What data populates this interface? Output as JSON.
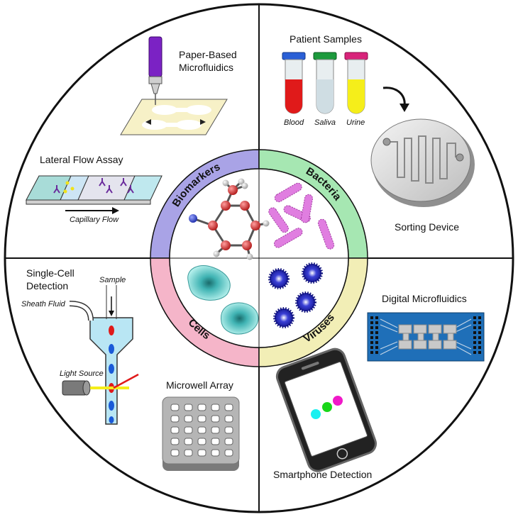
{
  "center": {
    "categories": [
      "Biomarkers",
      "Bacteria",
      "Cells",
      "Viruses"
    ],
    "colors": {
      "biomarkers": "#a9a3e6",
      "bacteria": "#a6e7b2",
      "cells": "#f5b5c9",
      "viruses": "#f2eeb6"
    }
  },
  "labels": {
    "paper": [
      "Paper-Based",
      "Microfluidics"
    ],
    "patient_samples": "Patient Samples",
    "tubes": [
      "Blood",
      "Saliva",
      "Urine"
    ],
    "sorting": "Sorting Device",
    "lateral_flow": "Lateral Flow Assay",
    "capillary_flow": "Capillary Flow",
    "single_cell": [
      "Single-Cell",
      "Detection"
    ],
    "sample": "Sample",
    "sheath_fluid": "Sheath Fluid",
    "light_source": "Light Source",
    "microwell": "Microwell Array",
    "digital": "Digital Microfluidics",
    "smartphone": "Smartphone Detection"
  },
  "icons": [
    "pipette-pen-icon",
    "test-tube-icon",
    "sorting-chip-icon",
    "lateral-flow-strip-icon",
    "flow-cytometer-icon",
    "microwell-plate-icon",
    "digital-chip-icon",
    "smartphone-icon",
    "molecule-icon",
    "bacteria-icon",
    "cell-icon",
    "virus-icon"
  ]
}
